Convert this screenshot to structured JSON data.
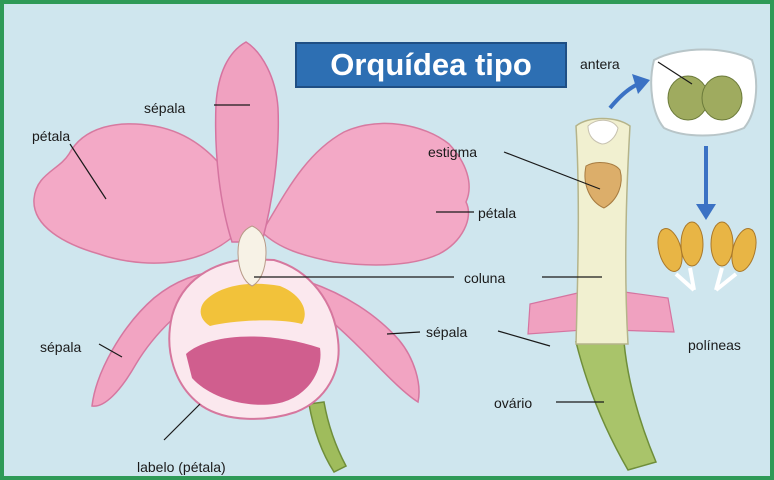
{
  "title": "Orquídea tipo",
  "labels": {
    "sepala_top": "sépala",
    "petala_left": "pétala",
    "sepala_left": "sépala",
    "labelo": "labelo (pétala)",
    "estigma": "estigma",
    "petala_right": "pétala",
    "coluna": "coluna",
    "sepala_right": "sépala",
    "ovario": "ovário",
    "antera": "antera",
    "polineas": "políneas"
  },
  "colors": {
    "frame_border": "#2f9a57",
    "background": "#cfe6ee",
    "title_bg": "#2d6fb3",
    "petal_pink": "#f2a5c3",
    "labellum_magenta": "#c8457c",
    "stem_green": "#a9c46a",
    "arrow_blue": "#3b72c4"
  }
}
